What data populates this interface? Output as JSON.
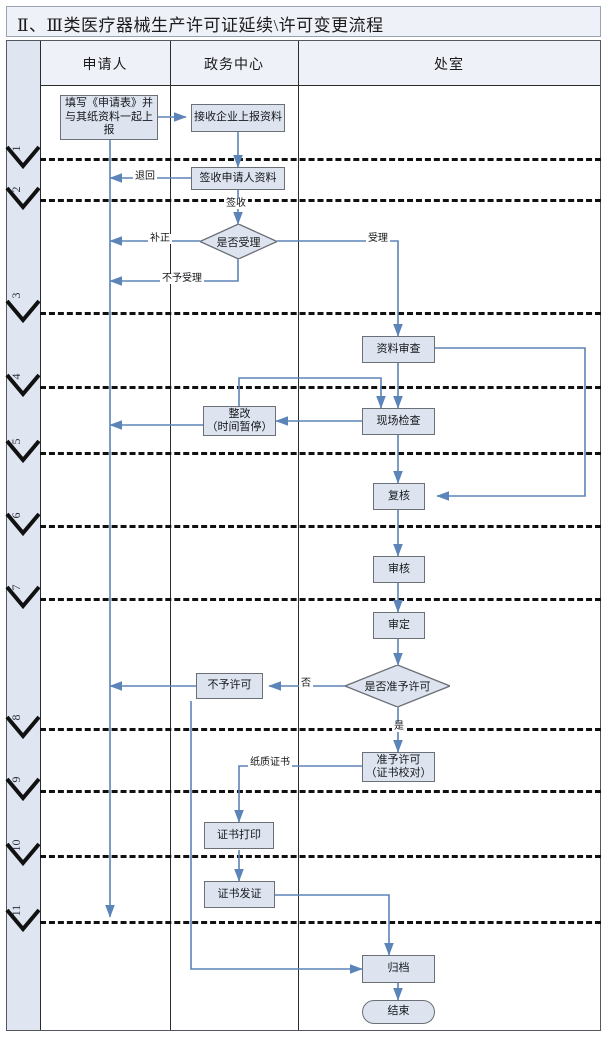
{
  "header": {
    "title": "Ⅱ、Ⅲ类医疗器械生产许可证延续\\许可变更流程"
  },
  "columns": [
    {
      "id": "steps",
      "label": ""
    },
    {
      "id": "applicant",
      "label": "申请人"
    },
    {
      "id": "gov_center",
      "label": "政务中心"
    },
    {
      "id": "office",
      "label": "处室"
    }
  ],
  "steps": [
    "1",
    "2",
    "3",
    "4",
    "5",
    "6",
    "7",
    "8",
    "9",
    "10",
    "11"
  ],
  "nodes": {
    "fill_form": "填写《申请表》并与其纸资料一起上报",
    "receive_docs": "接收企业上报资料",
    "sign_receipt": "签收申请人资料",
    "accept_decision": "是否受理",
    "doc_review": "资料审查",
    "rectify": "整改（时间暂停）",
    "site_inspect": "现场检查",
    "recheck": "复核",
    "audit": "审核",
    "approve_determine": "审定",
    "permit_decision": "是否准予许可",
    "no_permit": "不予许可",
    "grant_permit": "准予许可（证书校对）",
    "print_cert": "证书打印",
    "issue_cert": "证书发证",
    "archive": "归档",
    "end": "结束"
  },
  "node_lines": {
    "rectify_l1": "整改",
    "rectify_l2": "（时间暂停）",
    "grant_permit_l1": "准予许可",
    "grant_permit_l2": "（证书校对）",
    "fill_form_l1": "填写《申请表》并",
    "fill_form_l2": "与其纸资料一起上",
    "fill_form_l3": "报"
  },
  "edge_labels": {
    "return": "退回",
    "sign": "签收",
    "supplement": "补正",
    "accept": "受理",
    "not_accept": "不予受理",
    "no": "否",
    "yes": "是",
    "paper_cert": "纸质证书"
  },
  "colors": {
    "node_fill": "#dde4f0",
    "node_border": "#6b6f76",
    "header_fill": "#eef1f7",
    "strip_fill": "#dfe6f2",
    "connector": "#5b84b8",
    "frame": "#2b2b2b"
  }
}
